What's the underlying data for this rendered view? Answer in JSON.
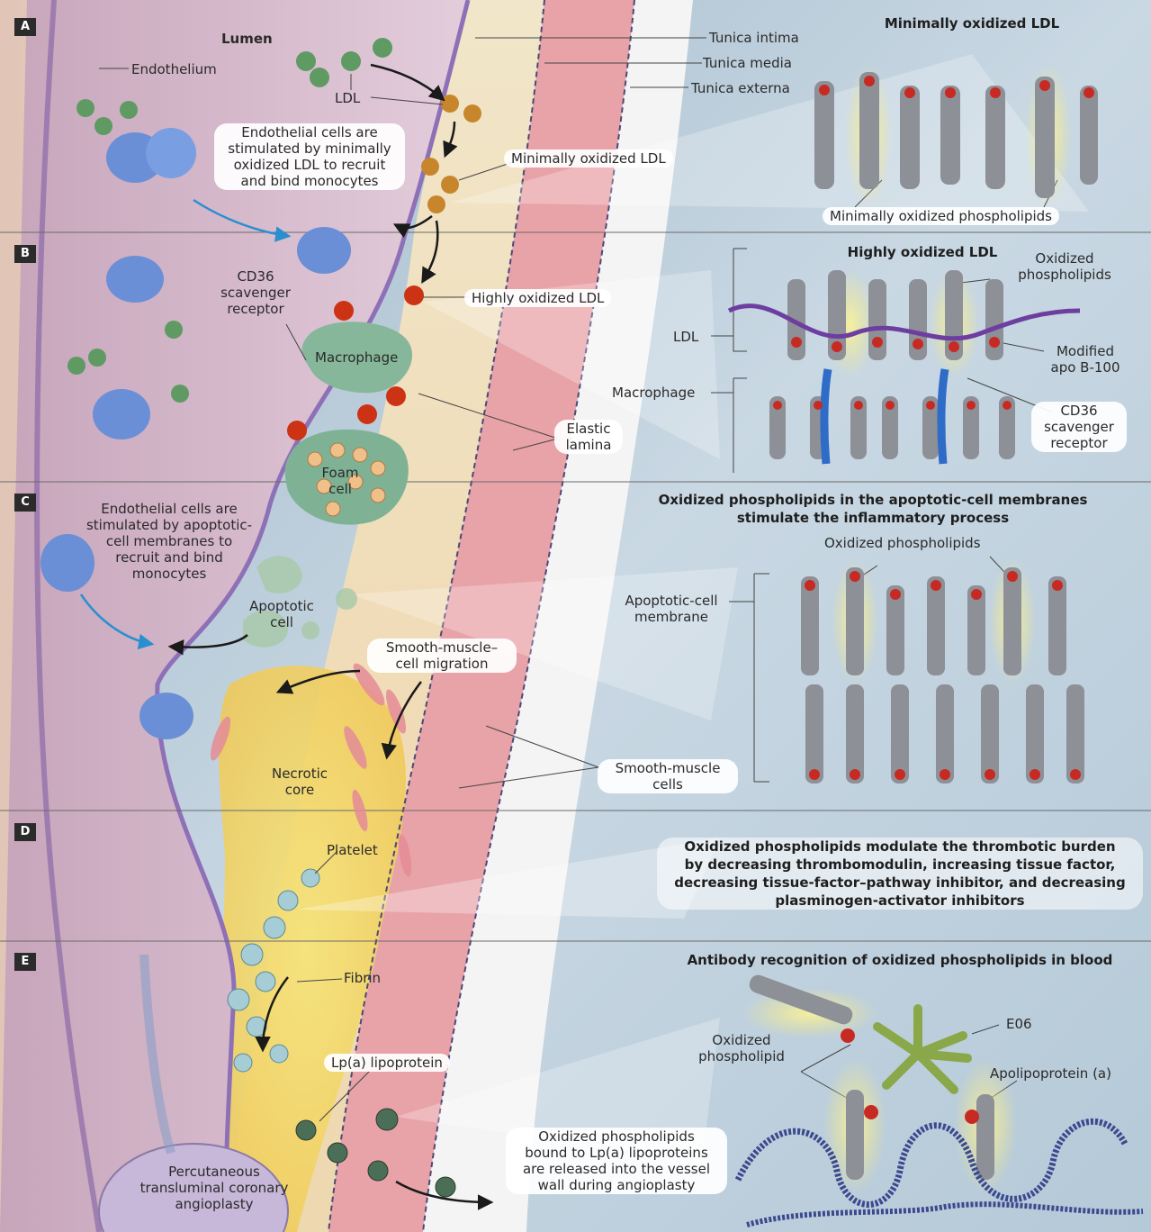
{
  "colors": {
    "lumen": "#d6b9c9",
    "endothelium": "#9b7fb0",
    "intima": "#efe3c6",
    "media": "#e69aa2",
    "externa": "#f3f3f3",
    "background_right": "#c2d3df",
    "ldl_native": "#5f9a63",
    "ldl_min_oxidized": "#c8862c",
    "ldl_high_oxidized": "#cc3314",
    "monocyte": "#6b8fd6",
    "macrophage": "#86b79a",
    "necrotic_core": "#f0d64a",
    "platelet": "#9cc4cf",
    "antibody": "#8aa84a",
    "apolipoprotein": "#3b4a8e",
    "phospholipid_glow": "#f6e97a"
  },
  "panels": {
    "A": {
      "letter": "A",
      "title": "Minimally oxidized LDL",
      "labels": {
        "lumen": "Lumen",
        "endothelium": "Endothelium",
        "ldl": "LDL",
        "tunica_intima": "Tunica intima",
        "tunica_media": "Tunica media",
        "tunica_externa": "Tunica externa",
        "endothelial_text": [
          "Endothelial cells are",
          "stimulated by minimally",
          "oxidized LDL to recruit",
          "and bind monocytes"
        ],
        "min_ox_ldl": "Minimally oxidized LDL",
        "min_ox_phospholipids": "Minimally oxidized phospholipids"
      }
    },
    "B": {
      "letter": "B",
      "title": "Highly oxidized LDL",
      "labels": {
        "cd36_left": [
          "CD36",
          "scavenger",
          "receptor"
        ],
        "macrophage_left": "Macrophage",
        "foam_cell": [
          "Foam",
          "cell"
        ],
        "highly_ox_ldl": "Highly oxidized LDL",
        "elastic_lamina": [
          "Elastic",
          "lamina"
        ],
        "ldl_right": "LDL",
        "macrophage_right": "Macrophage",
        "oxidized_phospholipids": [
          "Oxidized",
          "phospholipids"
        ],
        "modified_apo": [
          "Modified",
          "apo B-100"
        ],
        "cd36_right": [
          "CD36",
          "scavenger",
          "receptor"
        ]
      }
    },
    "C": {
      "letter": "C",
      "title": [
        "Oxidized phospholipids in the apoptotic-cell membranes",
        "stimulate the inflammatory process"
      ],
      "labels": {
        "endothelial_text": [
          "Endothelial cells are",
          "stimulated by apoptotic-",
          "cell membranes to",
          "recruit and bind",
          "monocytes"
        ],
        "apoptotic_cell": [
          "Apoptotic",
          "cell"
        ],
        "smc_migration": [
          "Smooth-muscle–",
          "cell migration"
        ],
        "necrotic_core": [
          "Necrotic",
          "core"
        ],
        "smc_cells": [
          "Smooth-muscle",
          "cells"
        ],
        "oxidized_phospholipids": "Oxidized phospholipids",
        "apoptotic_membrane": [
          "Apoptotic-cell",
          "membrane"
        ]
      }
    },
    "D": {
      "letter": "D",
      "title": [
        "Oxidized phospholipids modulate the thrombotic burden",
        "by decreasing thrombomodulin, increasing tissue factor,",
        "decreasing tissue-factor–pathway inhibitor, and decreasing",
        "plasminogen-activator inhibitors"
      ],
      "labels": {
        "platelet": "Platelet"
      }
    },
    "E": {
      "letter": "E",
      "title": "Antibody recognition of oxidized phospholipids in blood",
      "labels": {
        "fibrin": "Fibrin",
        "lpa": "Lp(a) lipoprotein",
        "ptca": [
          "Percutaneous",
          "transluminal coronary",
          "angioplasty"
        ],
        "released_text": [
          "Oxidized phospholipids",
          "bound to Lp(a) lipoproteins",
          "are released into the vessel",
          "wall during angioplasty"
        ],
        "oxidized_phospholipid": [
          "Oxidized",
          "phospholipid"
        ],
        "e06": "E06",
        "apolipoprotein": "Apolipoprotein (a)"
      }
    }
  }
}
